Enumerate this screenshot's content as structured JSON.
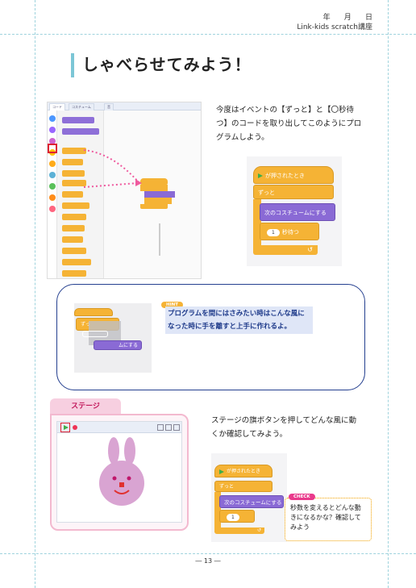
{
  "header": {
    "date_year": "年",
    "date_month": "月",
    "date_day": "日",
    "course": "Link-kids scratch講座"
  },
  "title": "しゃべらせてみよう！",
  "intro_text_line1": "今度はイベントの【ずっと】と【〇秒待",
  "intro_text_line2": "つ】のコードを取り出してこのようにプロ",
  "intro_text_line3": "グラムしよう。",
  "editor": {
    "tab_code": "コード",
    "tab_costume": "コスチューム",
    "tab_sound": "音"
  },
  "blocks": {
    "when_flag_clicked": "が押されたとき",
    "forever": "ずっと",
    "next_costume": "次のコスチュームにする",
    "wait_value": "1",
    "wait_label": "秒待つ"
  },
  "hint": {
    "badge": "HINT",
    "line1": "プログラムを間にはさみたい時はこんな風に",
    "line2": "なった時に手を離すと上手に作れるよ。",
    "snippet_forever": "ずっ",
    "snippet_costume": "ムにする"
  },
  "stage": {
    "tab_label": "ステージ"
  },
  "stage_text_line1": "ステージの旗ボタンを押してどんな風に動",
  "stage_text_line2": "くか確認してみよう。",
  "check": {
    "badge": "CHECK",
    "line1": "秒数を変えるとどんな動",
    "line2": "きになるかな？確認して",
    "line3": "みよう"
  },
  "footer": {
    "page_number": "― 13 ―"
  },
  "colors": {
    "accent": "#7cc6d6",
    "control_block": "#f5b335",
    "looks_block": "#8a6ad5",
    "hint_border": "#243f8f",
    "stage_pink": "#f7cfe0",
    "check_orange": "#f2a200",
    "rabbit": "#d9a4d2"
  }
}
